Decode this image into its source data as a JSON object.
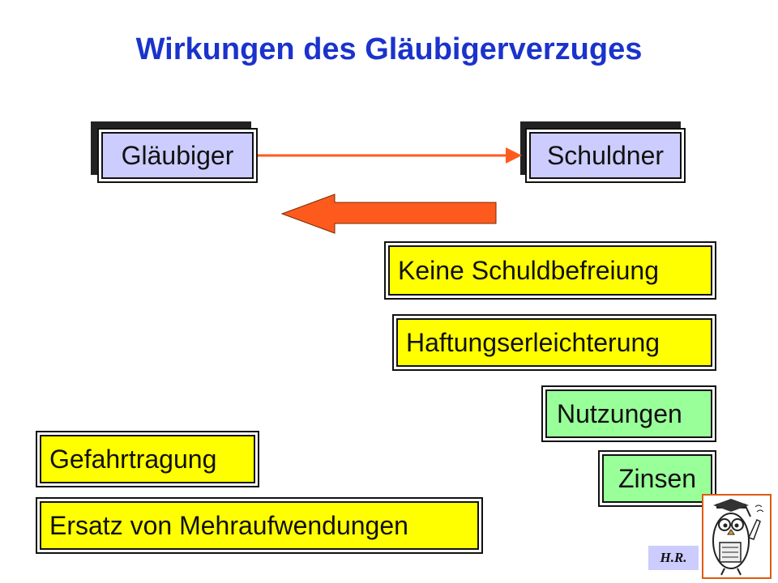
{
  "title": "Wirkungen des Gläubigerverzuges",
  "parties": {
    "creditor": "Gläubiger",
    "debtor": "Schuldner"
  },
  "effects_debtor": [
    "Keine Schuldbefreiung",
    "Haftungserleichterung"
  ],
  "benefits_debtor": [
    "Nutzungen",
    "Zinsen"
  ],
  "effects_creditor": [
    "Gefahrtragung",
    "Ersatz von Mehraufwendungen"
  ],
  "author_initials": "H.R.",
  "colors": {
    "title": "#1a33cc",
    "party_fill": "#ccccff",
    "yellow_fill": "#ffff00",
    "green_fill": "#99ff99",
    "arrow": "#ff5a1e"
  }
}
